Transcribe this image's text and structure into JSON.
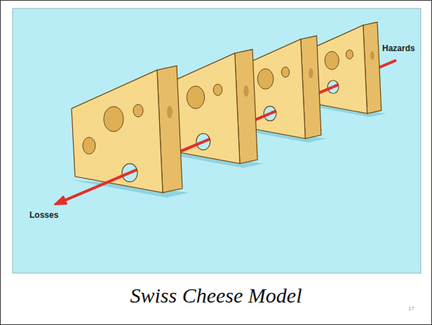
{
  "diagram": {
    "caption": "Swiss Cheese Model",
    "labels": [
      "Hazards",
      "Losses",
      "17"
    ]
  }
}
